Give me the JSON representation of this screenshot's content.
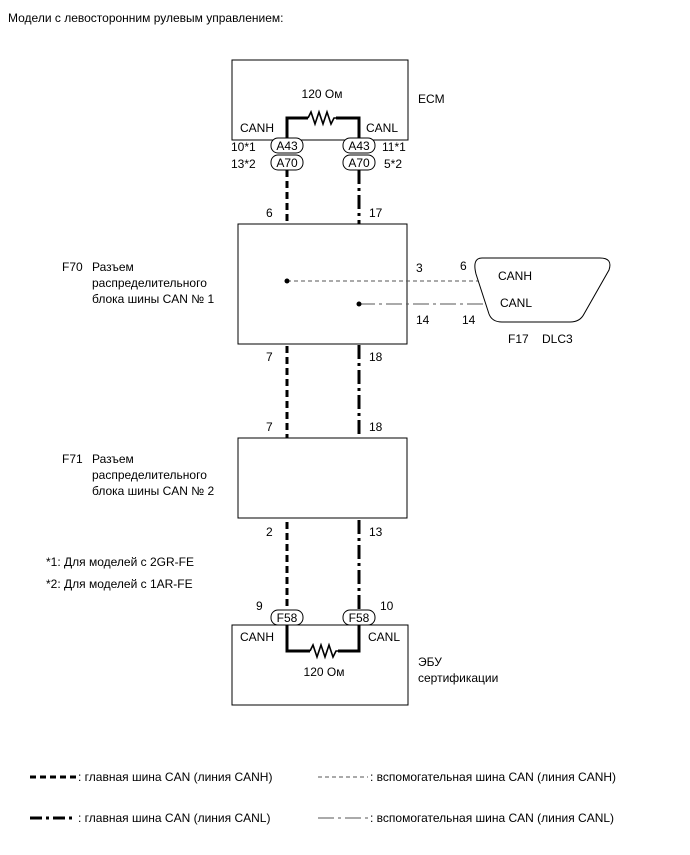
{
  "header": {
    "title": "Модели с левосторонним рулевым управлением:"
  },
  "ecm": {
    "label": "ECM",
    "resistor": "120 Ом",
    "canh": "CANH",
    "canl": "CANL",
    "left_pins": "10*1\n13*2",
    "left_pin_1": "10*1",
    "left_pin_2": "13*2",
    "right_pin_1": "11*1",
    "right_pin_2": "5*2",
    "conn_a": "A43",
    "conn_b": "A70"
  },
  "f70": {
    "code": "F70",
    "name_1": "Разъем",
    "name_2": "распределительного",
    "name_3": "блока шины CAN № 1",
    "pin_top_left": "6",
    "pin_top_right": "17",
    "pin_bottom_left": "7",
    "pin_bottom_right": "18",
    "pin_side_h": "3",
    "pin_side_l": "14"
  },
  "dlc3": {
    "code": "F17",
    "name": "DLC3",
    "canh": "CANH",
    "canl": "CANL",
    "pin_h": "6",
    "pin_l": "14"
  },
  "f71": {
    "code": "F71",
    "name_1": "Разъем",
    "name_2": "распределительного",
    "name_3": "блока шины CAN № 2",
    "pin_top_left": "7",
    "pin_top_right": "18",
    "pin_bottom_left": "2",
    "pin_bottom_right": "13"
  },
  "notes": {
    "note_1": "*1: Для моделей с 2GR-FE",
    "note_2": "*2: Для моделей с 1AR-FE"
  },
  "ecu": {
    "label_1": "ЭБУ",
    "label_2": "сертификации",
    "resistor": "120 Ом",
    "canh": "CANH",
    "canl": "CANL",
    "pin_left": "9",
    "pin_right": "10",
    "conn": "F58"
  },
  "legend": {
    "main_canh": ": главная шина CAN (линия CANH)",
    "main_canl": ": главная шина CAN (линия CANL)",
    "sub_canh": ": вспомогательная шина CAN (линия CANH)",
    "sub_canl": ": вспомогательная шина CAN (линия CANL)"
  }
}
